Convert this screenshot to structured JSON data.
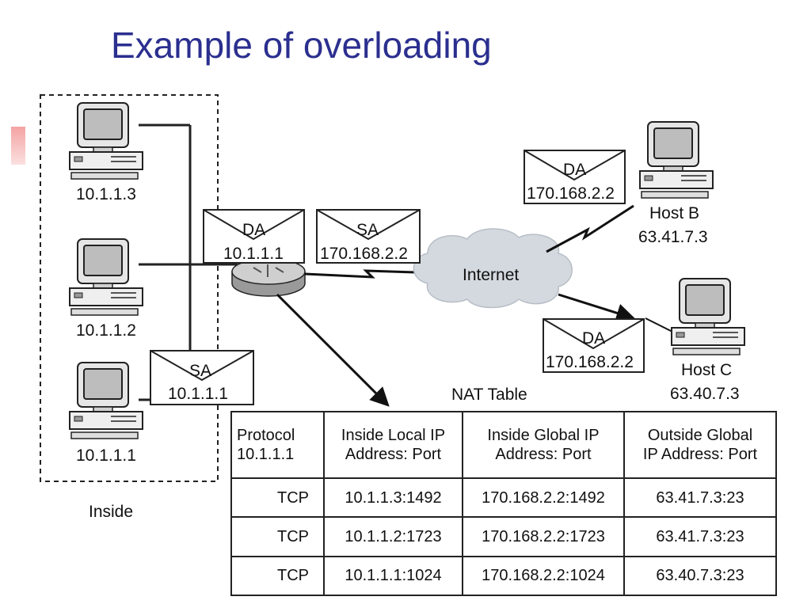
{
  "slide": {
    "title": "Example of overloading"
  },
  "inside_hosts": [
    {
      "ip": "10.1.1.3"
    },
    {
      "ip": "10.1.1.2"
    },
    {
      "ip": "10.1.1.1"
    }
  ],
  "inside_label": "Inside",
  "envelopes": {
    "router_da": {
      "tag": "DA",
      "addr": "10.1.1.1"
    },
    "router_sa": {
      "tag": "SA",
      "addr": "170.168.2.2"
    },
    "inside_sa": {
      "tag": "SA",
      "addr": "10.1.1.1"
    },
    "host_b_da": {
      "tag": "DA",
      "addr": "170.168.2.2"
    },
    "host_c_da": {
      "tag": "DA",
      "addr": "170.168.2.2"
    }
  },
  "internet_label": "Internet",
  "host_b": {
    "name": "Host B",
    "ip": "63.41.7.3"
  },
  "host_c": {
    "name": "Host C",
    "ip": "63.40.7.3"
  },
  "nat_table": {
    "caption": "NAT Table",
    "headers": [
      [
        "Protocol",
        "10.1.1.1"
      ],
      [
        "Inside Local IP",
        "Address: Port"
      ],
      [
        "Inside Global IP",
        "Address: Port"
      ],
      [
        "Outside Global",
        "IP Address: Port"
      ]
    ],
    "rows": [
      [
        "TCP",
        "10.1.1.3:1492",
        "170.168.2.2:1492",
        "63.41.7.3:23"
      ],
      [
        "TCP",
        "10.1.1.2:1723",
        "170.168.2.2:1723",
        "63.41.7.3:23"
      ],
      [
        "TCP",
        "10.1.1.1:1024",
        "170.168.2.2:1024",
        "63.40.7.3:23"
      ]
    ]
  }
}
